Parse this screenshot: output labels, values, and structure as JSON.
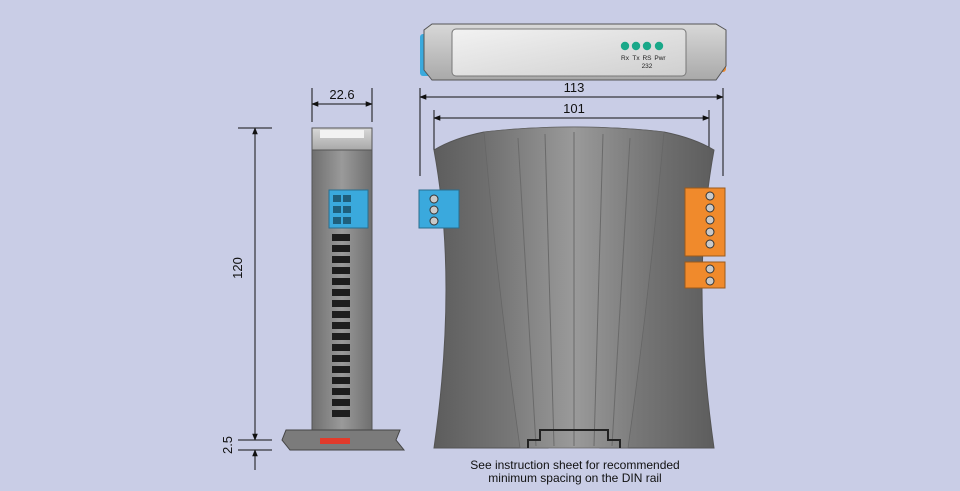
{
  "dimensions": {
    "width_label": "22.6",
    "height_label": "120",
    "rail_label": "2.5",
    "outer_width_label": "113",
    "inner_width_label": "101"
  },
  "indicators": {
    "rx": "Rx",
    "tx": "Tx",
    "rs": "RS",
    "rs_sub": "232",
    "pwr": "Pwr",
    "led_color": "#1aa889"
  },
  "note": {
    "line1": "See instruction sheet for recommended",
    "line2": "minimum spacing on the DIN rail"
  },
  "colors": {
    "background": "#c9cde6",
    "body": "#8a8a8a",
    "blue_terminal": "#3aa9dd",
    "orange_terminal": "#f08a2c",
    "red_marker": "#e23b2c"
  }
}
